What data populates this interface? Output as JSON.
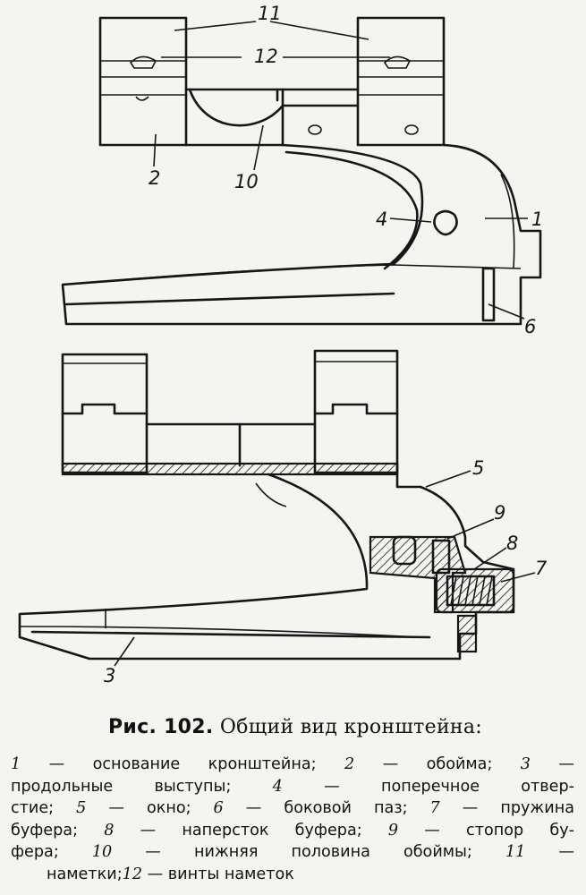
{
  "figure": {
    "callouts": [
      "11",
      "12",
      "2",
      "10",
      "4",
      "1",
      "6",
      "5",
      "9",
      "8",
      "7",
      "3"
    ]
  },
  "caption": {
    "prefix": "Рис. 102.",
    "text": "Общий вид кронштейна:"
  },
  "legend": {
    "lines": [
      [
        "1",
        " — основание кронштейна; ",
        "2",
        " — обойма; ",
        "3",
        " —"
      ],
      [
        "",
        "продольные выступы; ",
        "4",
        " — поперечное отвер-"
      ],
      [
        "",
        "стие; ",
        "5",
        " — окно; ",
        "6",
        " — боковой паз; ",
        "7",
        " — пружина"
      ],
      [
        "",
        "буфера; ",
        "8",
        " — наперсток буфера; ",
        "9",
        " — стопор бу-"
      ],
      [
        "",
        "фера; ",
        "10",
        " — нижняя половина обоймы; ",
        "11",
        " —"
      ],
      [
        "",
        "наметки;",
        "12",
        " — винты наметок"
      ]
    ]
  }
}
